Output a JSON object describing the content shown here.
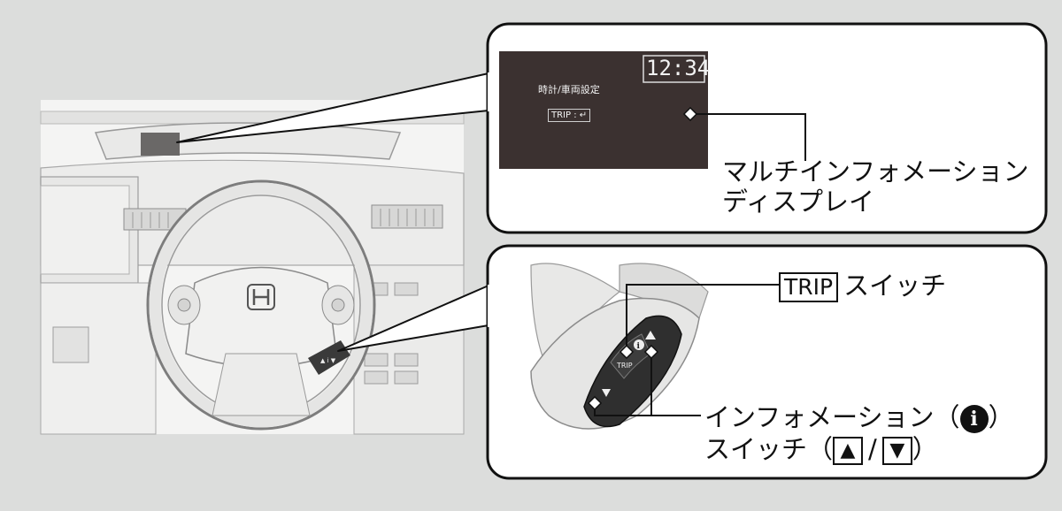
{
  "display": {
    "clock": "12:34",
    "menu_title": "時計/車両設定",
    "trip_hint": "TRIP : ↵",
    "callout_line1": "マルチインフォメーション",
    "callout_line2": "ディスプレイ"
  },
  "switches": {
    "trip_label_boxed": "TRIP",
    "trip_label_suffix": "スイッチ",
    "trip_button_text": "TRIP",
    "info_line1_prefix": "インフォメーション（",
    "info_icon_glyph": "i",
    "info_line1_suffix": "）",
    "info_line2_prefix": "スイッチ（",
    "info_line2_sep": "/",
    "info_line2_suffix": "）",
    "up_glyph": "▲",
    "down_glyph": "▼"
  },
  "colors": {
    "background": "#dcdddc",
    "panel_fill": "#ffffff",
    "display_screen": "#3b3130",
    "ink": "#111111"
  }
}
